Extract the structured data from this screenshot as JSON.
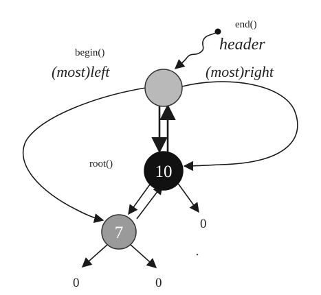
{
  "labels": {
    "end": "end()",
    "header": "header",
    "begin": "begin()",
    "most_left": "(most)left",
    "most_right": "(most)right",
    "root": "root()"
  },
  "nodes": {
    "header": {
      "label": "",
      "color": "#b9b9b9"
    },
    "root": {
      "label": "10",
      "color": "#111111"
    },
    "left_child": {
      "label": "7",
      "color": "#9a9a9a"
    }
  },
  "nil_label": "0"
}
